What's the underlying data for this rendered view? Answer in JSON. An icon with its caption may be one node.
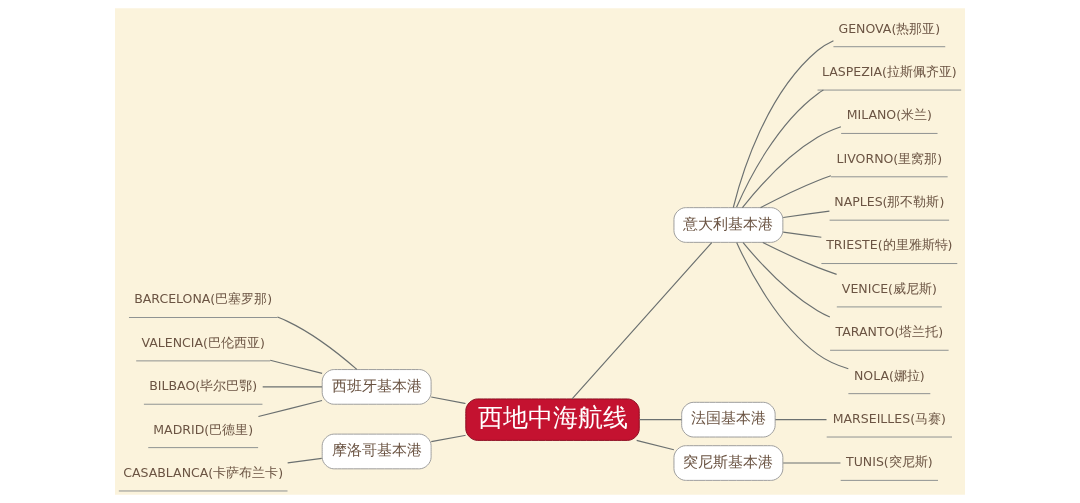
{
  "diagram": {
    "nodes": [
      {
        "text": [
          "西地中海航线"
        ]
      },
      {
        "text": [
          "西班牙基本港"
        ]
      },
      {
        "text": [
          "BARCELONA(巴塞罗那)"
        ]
      },
      {
        "text": [
          "VALENCIA(巴伦西亚)"
        ]
      },
      {
        "text": [
          "BILBAO(毕尔巴鄂)"
        ]
      },
      {
        "text": [
          "MADRID(巴德里)"
        ]
      },
      {
        "text": [
          "摩洛哥基本港"
        ]
      },
      {
        "text": [
          "CASABLANCA(卡萨布兰卡)"
        ]
      },
      {
        "text": [
          "意大利基本港"
        ]
      },
      {
        "text": [
          "GENOVA(热那亚)"
        ]
      },
      {
        "text": [
          "LASPEZIA(拉斯佩齐亚)"
        ]
      },
      {
        "text": [
          "MILANO(米兰)"
        ]
      },
      {
        "text": [
          "LIVORNO(里窝那)"
        ]
      },
      {
        "text": [
          "NAPLES(那不勒斯)"
        ]
      },
      {
        "text": [
          "TRIESTE(的里雅斯特)"
        ]
      },
      {
        "text": [
          "VENICE(威尼斯)"
        ]
      },
      {
        "text": [
          "TARANTO(塔兰托)"
        ]
      },
      {
        "text": [
          "NOLA(娜拉)"
        ]
      },
      {
        "text": [
          "法国基本港"
        ]
      },
      {
        "text": [
          "MARSEILLES(马赛)"
        ]
      },
      {
        "text": [
          "突尼斯基本港"
        ]
      },
      {
        "text": [
          "TUNIS(突尼斯)"
        ]
      }
    ],
    "edges": [
      {
        "from": 0,
        "to": 1,
        "arrow": "none"
      },
      {
        "from": 1,
        "to": 2,
        "arrow": "none"
      },
      {
        "from": 1,
        "to": 3,
        "arrow": "none"
      },
      {
        "from": 1,
        "to": 4,
        "arrow": "none"
      },
      {
        "from": 1,
        "to": 5,
        "arrow": "none"
      },
      {
        "from": 0,
        "to": 6,
        "arrow": "none"
      },
      {
        "from": 6,
        "to": 7,
        "arrow": "none"
      },
      {
        "from": 0,
        "to": 8,
        "arrow": "none"
      },
      {
        "from": 8,
        "to": 9,
        "arrow": "none"
      },
      {
        "from": 8,
        "to": 10,
        "arrow": "none"
      },
      {
        "from": 8,
        "to": 11,
        "arrow": "none"
      },
      {
        "from": 8,
        "to": 12,
        "arrow": "none"
      },
      {
        "from": 8,
        "to": 13,
        "arrow": "none"
      },
      {
        "from": 8,
        "to": 14,
        "arrow": "none"
      },
      {
        "from": 8,
        "to": 15,
        "arrow": "none"
      },
      {
        "from": 8,
        "to": 16,
        "arrow": "none"
      },
      {
        "from": 8,
        "to": 17,
        "arrow": "none"
      },
      {
        "from": 0,
        "to": 18,
        "arrow": "none"
      },
      {
        "from": 18,
        "to": 19,
        "arrow": "none"
      },
      {
        "from": 0,
        "to": 20,
        "arrow": "none"
      },
      {
        "from": 20,
        "to": 21,
        "arrow": "none"
      }
    ]
  }
}
